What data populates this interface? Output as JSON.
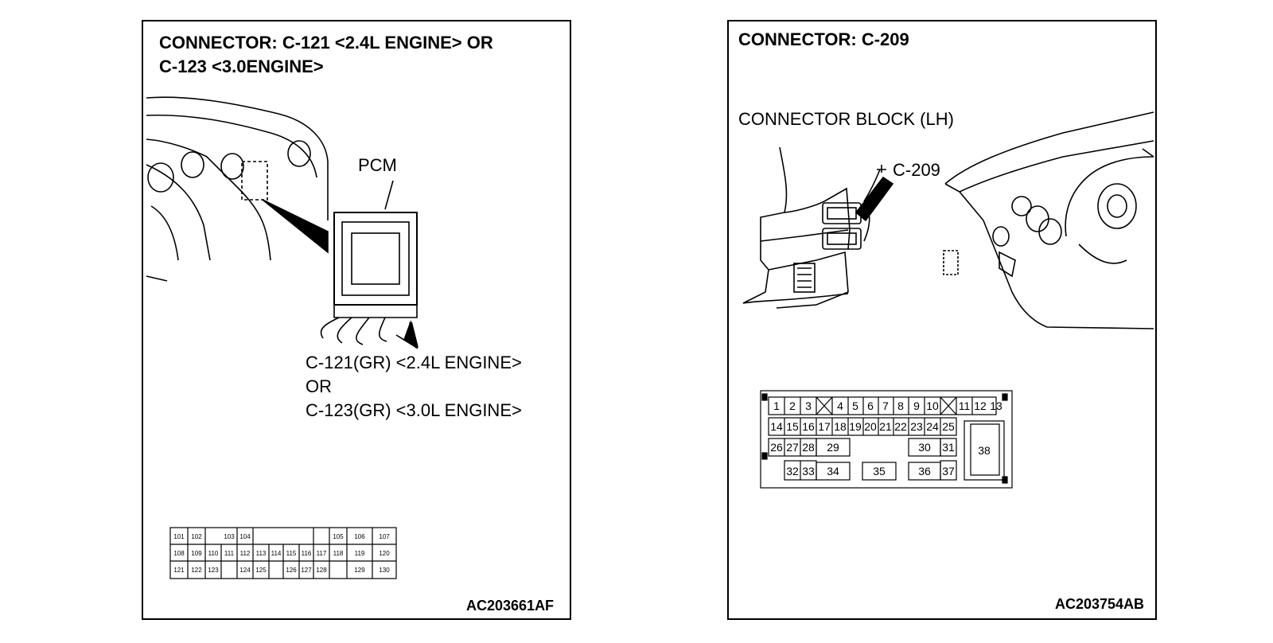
{
  "left_panel": {
    "title_line1": "CONNECTOR: C-121 <2.4L ENGINE> OR",
    "title_line2": "C-123 <3.0ENGINE>",
    "pcm_label": "PCM",
    "callout_line1": "C-121(GR) <2.4L ENGINE>",
    "callout_line2": "OR",
    "callout_line3": "C-123(GR) <3.0L ENGINE>",
    "figure_code": "AC203661AF",
    "pins_row1": [
      "101",
      "102",
      "",
      "103",
      "104",
      "",
      "",
      "",
      "",
      "",
      "105",
      "106",
      "107"
    ],
    "pins_row2": [
      "108",
      "109",
      "110",
      "111",
      "112",
      "113",
      "114",
      "115",
      "116",
      "117",
      "118",
      "119",
      "120"
    ],
    "pins_row3": [
      "121",
      "122",
      "123",
      "",
      "124",
      "125",
      "",
      "126",
      "127",
      "128",
      "",
      "129",
      "130"
    ]
  },
  "right_panel": {
    "title": "CONNECTOR: C-209",
    "block_label": "CONNECTOR BLOCK (LH)",
    "connector_callout": "C-209",
    "figure_code": "AC203754AB",
    "pins_row1": [
      "1",
      "2",
      "3",
      "4",
      "5",
      "6",
      "7",
      "8",
      "9",
      "10",
      "11",
      "12",
      "13"
    ],
    "pins_row2": [
      "14",
      "15",
      "16",
      "17",
      "18",
      "19",
      "20",
      "21",
      "22",
      "23",
      "24",
      "25"
    ],
    "pins_row3": [
      "26",
      "27",
      "28",
      "29",
      "30",
      "31"
    ],
    "pins_row4": [
      "32",
      "33",
      "34",
      "35",
      "36",
      "37"
    ],
    "pin_big": "38"
  }
}
